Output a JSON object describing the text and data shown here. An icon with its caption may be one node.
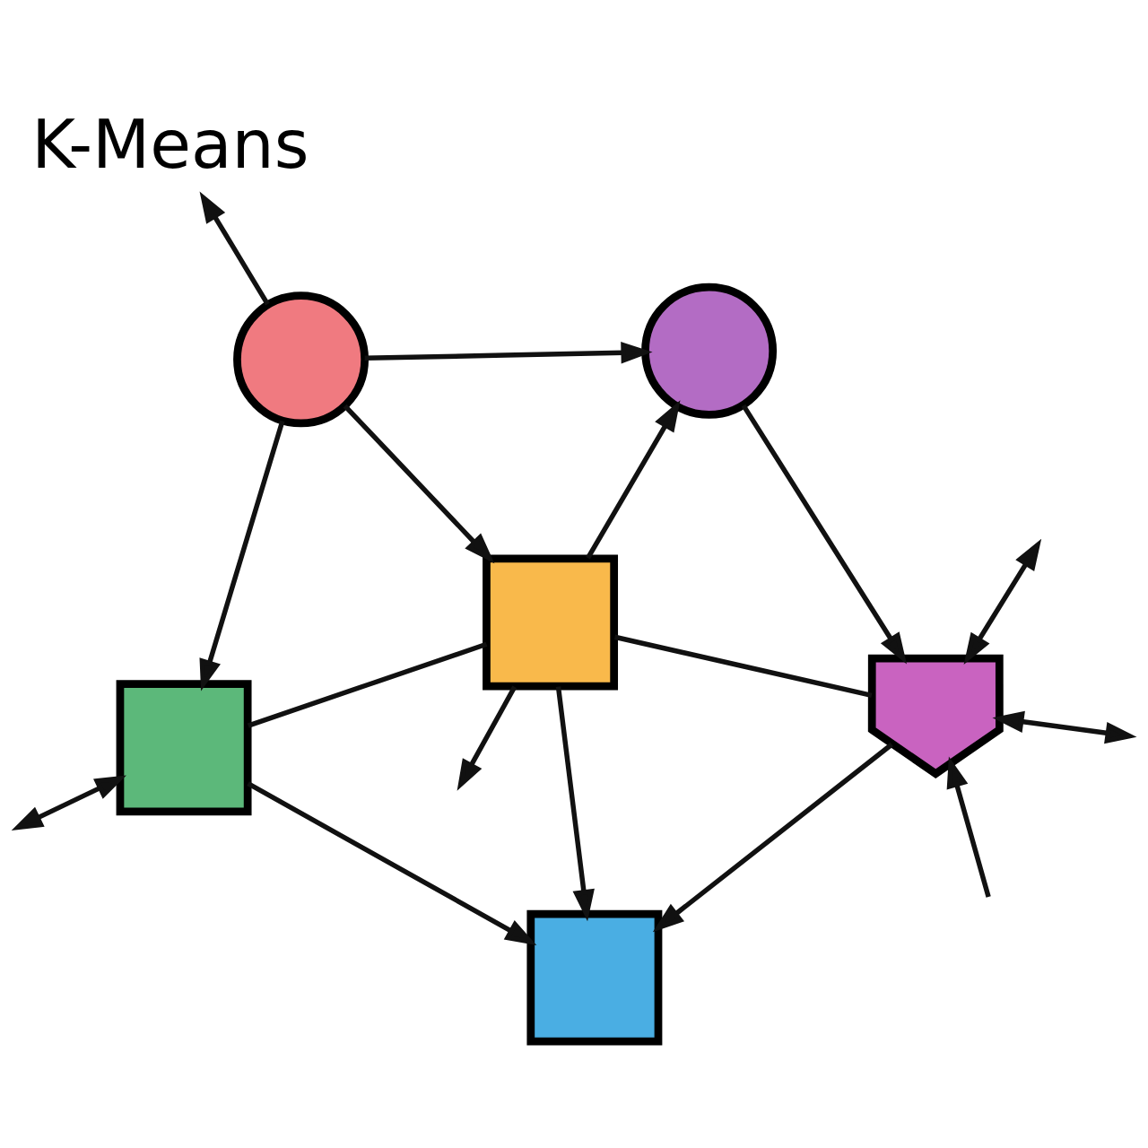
{
  "diagram": {
    "title": "K-Means",
    "nodes": [
      {
        "text": [],
        "shape": "circle"
      },
      {
        "text": [],
        "shape": "box"
      },
      {
        "text": [],
        "shape": "circle"
      },
      {
        "text": [],
        "shape": "box"
      },
      {
        "text": [],
        "shape": "shield"
      },
      {
        "text": [],
        "shape": "box"
      }
    ],
    "edges": [
      {
        "from": 0,
        "to": 1,
        "arrow": "to"
      },
      {
        "from": 0,
        "to": null,
        "arrow": "to"
      },
      {
        "from": 0,
        "to": 2,
        "arrow": "to"
      },
      {
        "from": 0,
        "to": 3,
        "arrow": "to"
      },
      {
        "from": 1,
        "to": null,
        "arrow": "to"
      },
      {
        "from": 1,
        "to": 3,
        "arrow": "none"
      },
      {
        "from": 1,
        "to": 2,
        "arrow": "to"
      },
      {
        "from": 1,
        "to": 5,
        "arrow": "to"
      },
      {
        "from": 1,
        "to": 4,
        "arrow": "none"
      },
      {
        "from": 2,
        "to": 4,
        "arrow": "to"
      },
      {
        "from": null,
        "to": 4,
        "arrow": "to"
      },
      {
        "from": 4,
        "to": null,
        "arrow": "both"
      },
      {
        "from": 4,
        "to": null,
        "arrow": "both"
      },
      {
        "from": 3,
        "to": null,
        "arrow": "both"
      },
      {
        "from": 3,
        "to": 5,
        "arrow": "to"
      },
      {
        "from": 4,
        "to": 5,
        "arrow": "to"
      }
    ]
  }
}
